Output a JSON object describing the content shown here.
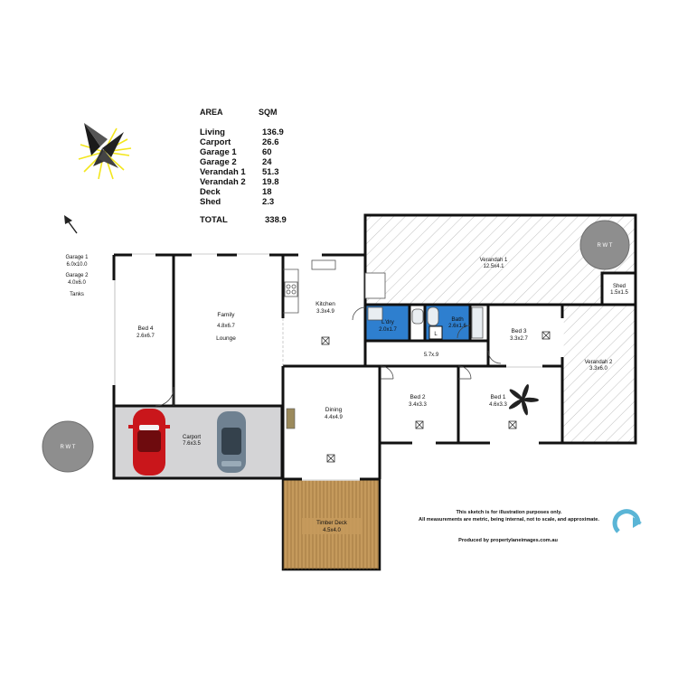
{
  "area_table": {
    "col_area": "AREA",
    "col_sqm": "SQM",
    "rows": [
      {
        "label": "Living",
        "sqm": "136.9"
      },
      {
        "label": "Carport",
        "sqm": "26.6"
      },
      {
        "label": "Garage 1",
        "sqm": "60"
      },
      {
        "label": "Garage 2",
        "sqm": "24"
      },
      {
        "label": "Verandah 1",
        "sqm": "51.3"
      },
      {
        "label": "Verandah 2",
        "sqm": "19.8"
      },
      {
        "label": "Deck",
        "sqm": "18"
      },
      {
        "label": "Shed",
        "sqm": "2.3"
      }
    ],
    "total_label": "TOTAL",
    "total_sqm": "338.9"
  },
  "outbuildings": {
    "garage1_name": "Garage 1",
    "garage1_dims": "6.0x10.0",
    "garage2_name": "Garage 2",
    "garage2_dims": "4.0x6.0",
    "tanks": "Tanks"
  },
  "rooms": {
    "verandah1": {
      "name": "Verandah 1",
      "dims": "12.5x4.1"
    },
    "shed": {
      "name": "Shed",
      "dims": "1.5x1.5"
    },
    "kitchen": {
      "name": "Kitchen",
      "dims": "3.3x4.9"
    },
    "family": {
      "name": "Family",
      "dims": "4.8x6.7",
      "sub": "Lounge"
    },
    "bed4": {
      "name": "Bed 4",
      "dims": "2.6x6.7"
    },
    "ldry": {
      "name": "L'dry",
      "dims": "2.0x1.7"
    },
    "bath": {
      "name": "Bath",
      "dims": "2.6x1.6"
    },
    "bed3": {
      "name": "Bed 3",
      "dims": "3.3x2.7"
    },
    "verandah2": {
      "name": "Verandah 2",
      "dims": "3.3x6.0"
    },
    "hall": {
      "dims": "5.7x.9"
    },
    "bed2": {
      "name": "Bed 2",
      "dims": "3.4x3.3"
    },
    "bed1": {
      "name": "Bed 1",
      "dims": "4.6x3.3"
    },
    "dining": {
      "name": "Dining",
      "dims": "4.4x4.9"
    },
    "carport": {
      "name": "Carport",
      "dims": "7.6x3.5"
    },
    "deck": {
      "name": "Timber Deck",
      "dims": "4.5x4.0"
    }
  },
  "tanks": {
    "label": "R W T"
  },
  "disclaimer": {
    "line1": "This sketch is for illustration purposes only.",
    "line2": "All measurements are metric, being internal, not to scale, and approximate.",
    "credit": "Produced by propertylaneimages.com.au"
  },
  "colors": {
    "wet_area": "#2e7fcf",
    "carport": "#d4d4d6",
    "deck": "#c59a5c",
    "tank": "#8e8e8e",
    "wall": "#111111",
    "compass_star": "#f3e61c",
    "logo": "#5ab5d6"
  }
}
